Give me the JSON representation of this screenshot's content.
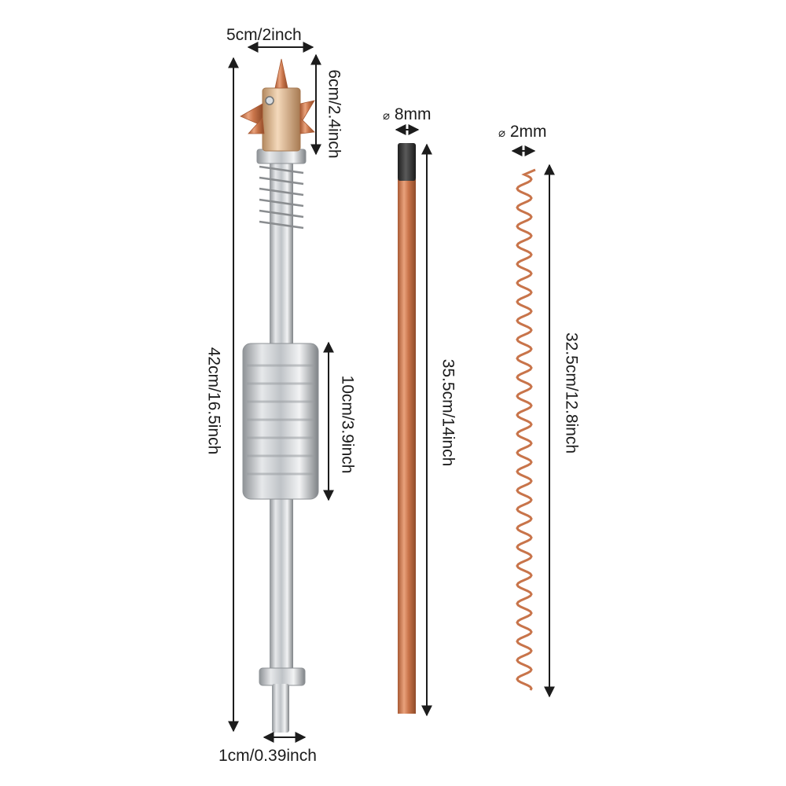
{
  "puller": {
    "head_width": "5cm/2inch",
    "head_height": "6cm/2.4inch",
    "total_length": "42cm/16.5inch",
    "weight_length": "10cm/3.9inch",
    "tip_width": "1cm/0.39inch"
  },
  "carbon_rod": {
    "diameter": "8mm",
    "length": "35.5cm/14inch"
  },
  "wave_wire": {
    "diameter": "2mm",
    "length": "32.5cm/12.8inch"
  },
  "diameter_symbol": "⌀",
  "colors": {
    "copper": "#c8744a",
    "steel": "#c9ccd0",
    "carbon_tip": "#3a3a3a",
    "arrow": "#1c1c1c"
  }
}
